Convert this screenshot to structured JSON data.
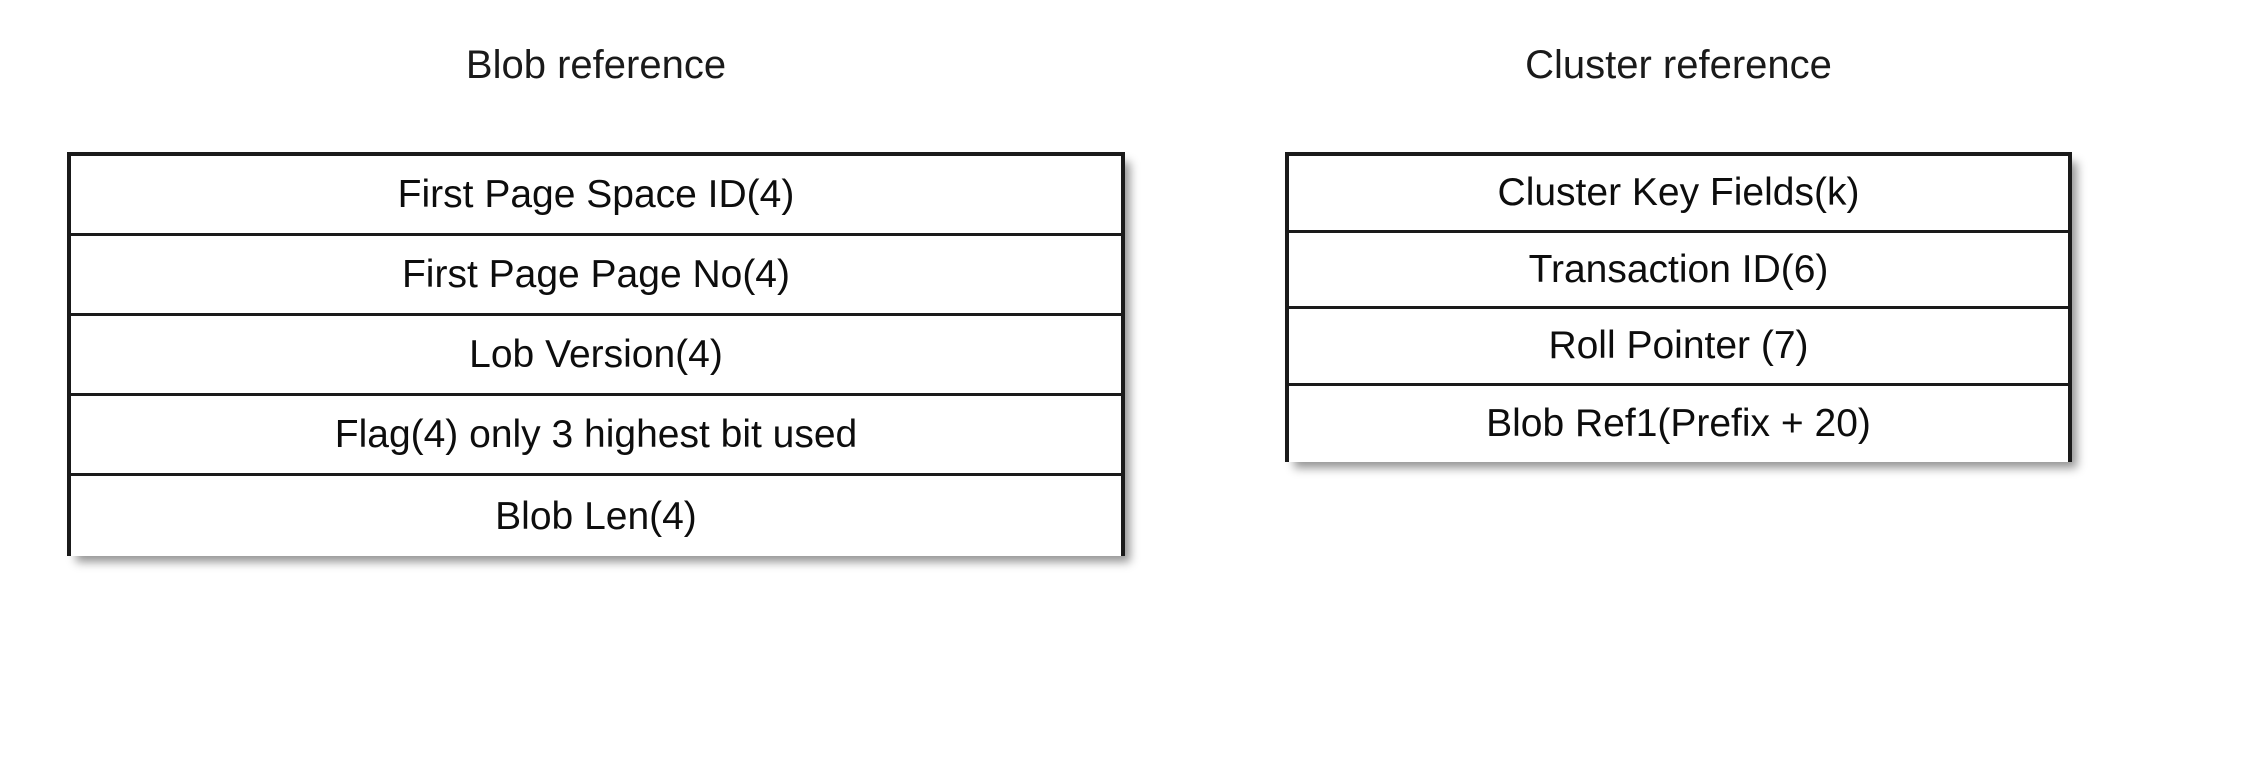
{
  "page": {
    "background_color": "#ffffff",
    "line_color": "#1a1a1a",
    "text_color": "#0d0d0d"
  },
  "diagrams": [
    {
      "id": "blob-reference",
      "title": "Blob reference",
      "rows": [
        {
          "label": "First Page Space ID(4)"
        },
        {
          "label": "First Page Page No(4)"
        },
        {
          "label": "Lob Version(4)"
        },
        {
          "label": "Flag(4) only 3 highest bit used"
        },
        {
          "label": "Blob Len(4)"
        }
      ]
    },
    {
      "id": "cluster-reference",
      "title": "Cluster reference",
      "rows": [
        {
          "label": "Cluster Key Fields(k)"
        },
        {
          "label": "Transaction ID(6)"
        },
        {
          "label": "Roll Pointer (7)"
        },
        {
          "label": "Blob Ref1(Prefix + 20)"
        }
      ]
    }
  ]
}
